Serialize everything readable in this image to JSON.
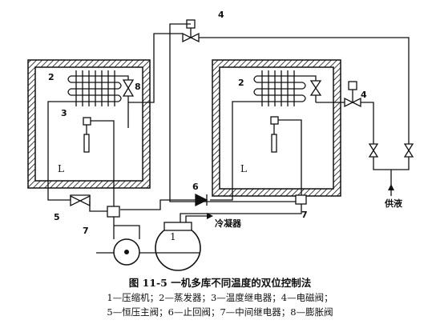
{
  "figure": {
    "title": "图 11-5   一机多库不同温度的双位控制法",
    "legend_line1": "1—压缩机；2—蒸发器；3—温度继电器；4—电磁阀；",
    "legend_line2": "5—恒压主阀；6—止回阀；7—中间继电器；8—膨胀阀"
  },
  "labels": {
    "compressor": "1",
    "evaporator": "2",
    "thermostat": "3",
    "solenoid_valve": "4",
    "pressure_valve": "5",
    "check_valve": "6",
    "relay": "7",
    "expansion_valve": "8",
    "room_left": "L",
    "room_right": "L",
    "condenser": "冷凝器",
    "liquid_supply": "供液"
  }
}
